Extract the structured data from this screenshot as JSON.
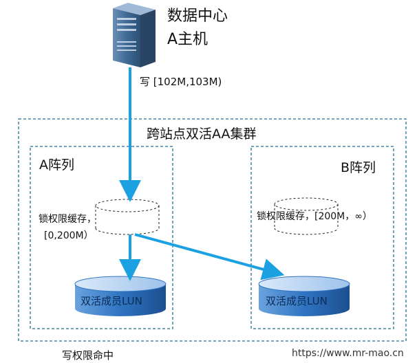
{
  "host": {
    "title": "数据中心",
    "subtitle": "A主机"
  },
  "write_request": {
    "label": "写 [102M,103M)"
  },
  "cluster": {
    "label": "跨站点双活AA集群"
  },
  "array_a": {
    "label": "A阵列",
    "cache_line1": "锁权限缓存，",
    "cache_line2": "[0,200M）",
    "lun_label": "双活成员LUN"
  },
  "array_b": {
    "label": "B阵列",
    "cache_text": "锁权限缓存，[200M，∞）",
    "lun_label": "双活成员LUN"
  },
  "footer": {
    "status": "写权限命中",
    "watermark": "https://www.mr-mao.cn"
  },
  "colors": {
    "arrow": "#1ba1e2",
    "dashed_border": "#1f6f8f",
    "lun_dark": "#1f5fa8",
    "lun_light": "#bcd7f3"
  }
}
